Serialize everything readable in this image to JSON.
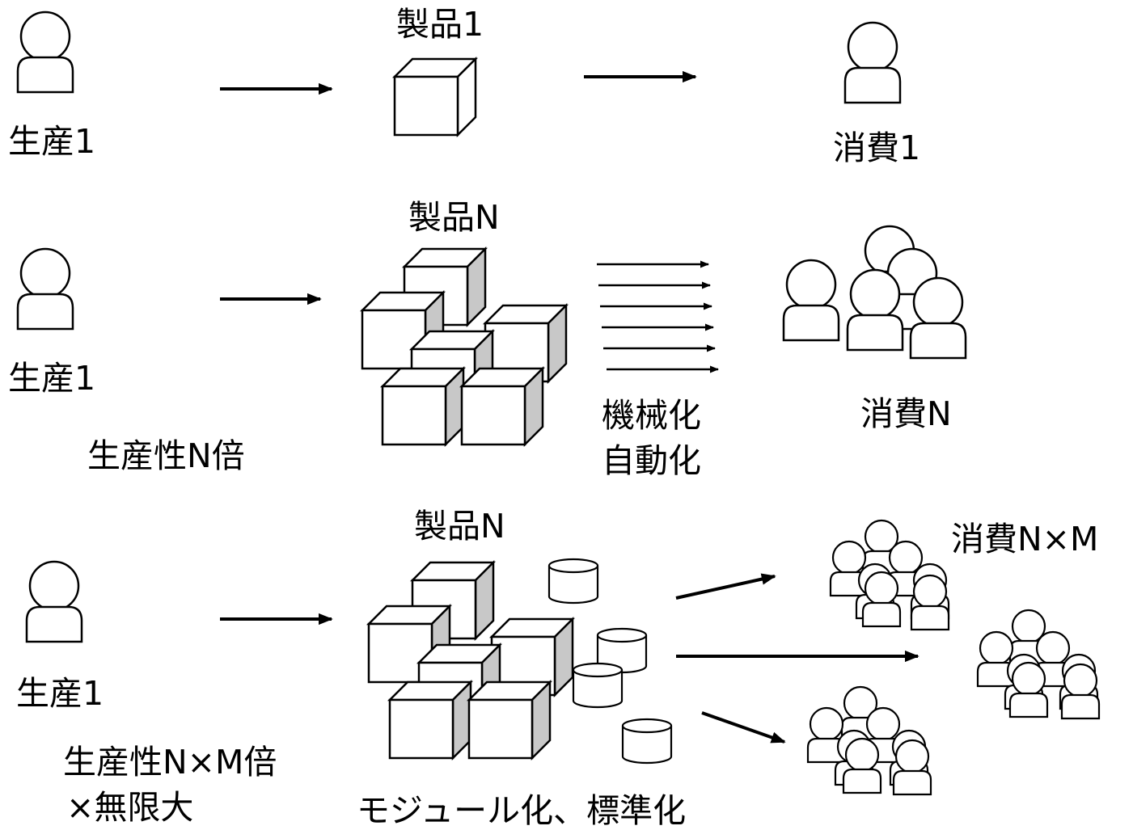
{
  "row1": {
    "producer_label": "生産1",
    "product_label": "製品1",
    "consumer_label": "消費1"
  },
  "row2": {
    "producer_label": "生産1",
    "productivity_label": "生産性N倍",
    "product_label": "製品N",
    "method_line1": "機械化",
    "method_line2": "自動化",
    "consumer_label": "消費N"
  },
  "row3": {
    "producer_label": "生産1",
    "productivity_line1": "生産性N×M倍",
    "productivity_line2": "×無限大",
    "product_label": "製品N",
    "method_label": "モジュール化、標準化",
    "consumer_label": "消費N×M"
  }
}
